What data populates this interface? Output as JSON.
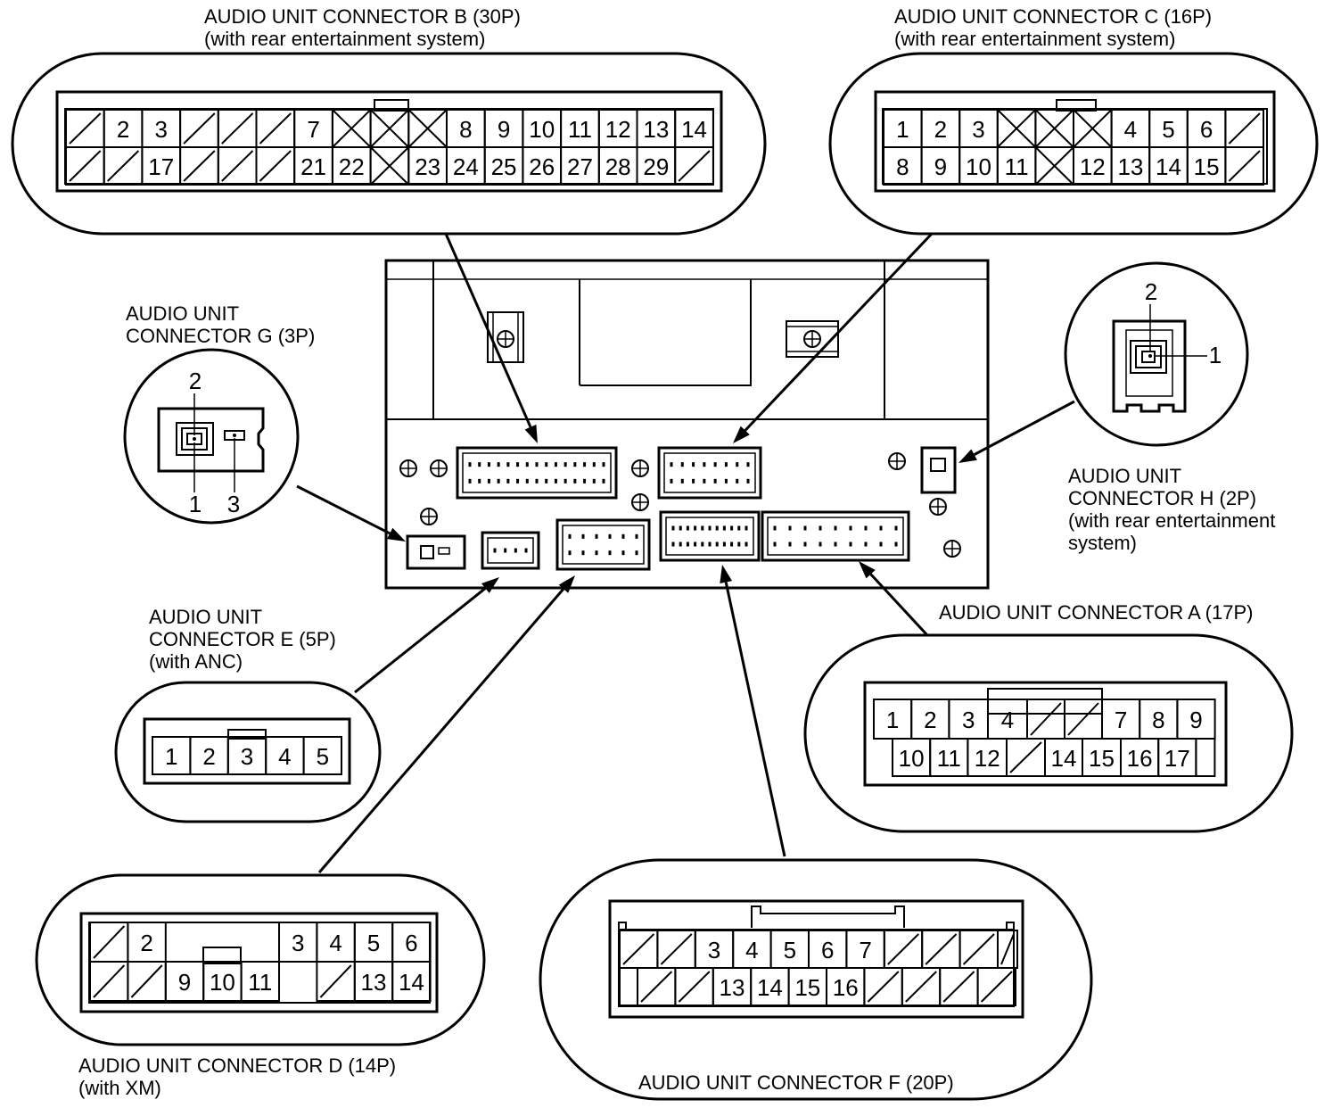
{
  "colors": {
    "ink": "#000000",
    "background": "#ffffff"
  },
  "labels": {
    "b": [
      "AUDIO UNIT CONNECTOR B (30P)",
      "(with rear entertainment system)"
    ],
    "c": [
      "AUDIO UNIT CONNECTOR C (16P)",
      "(with rear entertainment system)"
    ],
    "g": [
      "AUDIO UNIT",
      "CONNECTOR G (3P)"
    ],
    "h": [
      "AUDIO UNIT",
      "CONNECTOR H (2P)",
      "(with rear entertainment",
      "system)"
    ],
    "a": [
      "AUDIO UNIT CONNECTOR A (17P)"
    ],
    "e": [
      "AUDIO UNIT",
      "CONNECTOR E (5P)",
      "(with ANC)"
    ],
    "d": [
      "AUDIO UNIT CONNECTOR D (14P)",
      "(with XM)"
    ],
    "f": [
      "AUDIO UNIT CONNECTOR F (20P)"
    ]
  },
  "connectors": {
    "b": {
      "row1": [
        "/",
        "2",
        "3",
        "/",
        "/",
        "/",
        "7",
        "X",
        "X",
        "X",
        "8",
        "9",
        "10",
        "11",
        "12",
        "13",
        "14"
      ],
      "row2": [
        "/",
        "/",
        "17",
        "/",
        "/",
        "/",
        "21",
        "22",
        "X",
        "23",
        "24",
        "25",
        "26",
        "27",
        "28",
        "29",
        "/"
      ]
    },
    "c": {
      "row1": [
        "1",
        "2",
        "3",
        "X",
        "X",
        "X",
        "4",
        "5",
        "6",
        "/"
      ],
      "row2": [
        "8",
        "9",
        "10",
        "11",
        "X",
        "12",
        "13",
        "14",
        "15",
        "/"
      ]
    },
    "a": {
      "row1": [
        "1",
        "2",
        "3",
        "4",
        "/",
        "/",
        "7",
        "8",
        "9"
      ],
      "row2": [
        "",
        "10",
        "11",
        "12",
        "/",
        "14",
        "15",
        "16",
        "17",
        ""
      ]
    },
    "e": {
      "row1": [
        "1",
        "2",
        "3",
        "4",
        "5"
      ]
    },
    "d": {
      "row1": [
        "/",
        "2",
        "",
        "",
        "",
        "",
        "3",
        "4",
        "5",
        "6"
      ],
      "row2": [
        "/",
        "/",
        "9",
        "10",
        "11",
        "",
        "/",
        "13",
        "14"
      ]
    },
    "f": {
      "row1": [
        "/",
        "/",
        "3",
        "4",
        "5",
        "6",
        "7",
        "/",
        "/",
        "/",
        "/"
      ],
      "row2": [
        "/",
        "/",
        "13",
        "14",
        "15",
        "16",
        "/",
        "/",
        "/",
        "/"
      ]
    },
    "g": {
      "pins": [
        "2",
        "1",
        "3"
      ]
    },
    "h": {
      "pins": [
        "2",
        "1"
      ]
    }
  }
}
